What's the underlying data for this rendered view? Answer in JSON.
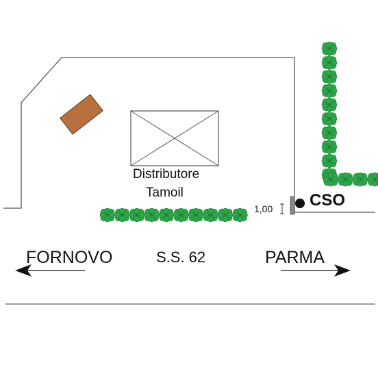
{
  "station": {
    "name": "Distributore",
    "brand": "Tamoil"
  },
  "directions": {
    "left": "FORNOVO",
    "right": "PARMA"
  },
  "road": "S.S. 62",
  "marker": {
    "label": "CSO",
    "distance": "1,00"
  },
  "colors": {
    "lines": "#555555",
    "building": "#b9703f",
    "hedge": "#2fa64a",
    "hedge_dark": "#1d7a34",
    "marker": "#111111",
    "post": "#888888"
  },
  "icons": [
    "bush-icon",
    "arrow-left-icon",
    "arrow-right-icon",
    "point-marker-icon",
    "dimension-icon"
  ]
}
